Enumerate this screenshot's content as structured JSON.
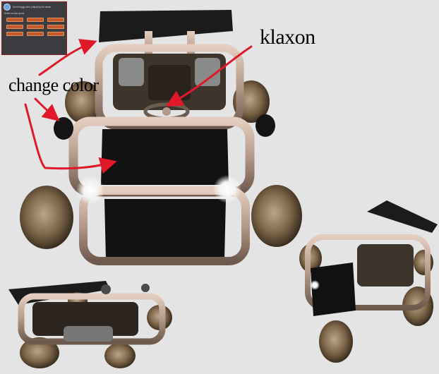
{
  "annotations": {
    "change_color": "change color",
    "klaxon": "klaxon"
  },
  "dialog": {
    "title": "Dune buggy color (object) by its owner",
    "prompt": "Select a color group",
    "buttons": [
      "",
      "",
      "",
      "",
      "",
      "",
      "",
      "",
      ""
    ]
  },
  "colors": {
    "background": "#e4e4e5",
    "arrow": "#e0182a",
    "tube": "#b39a8a",
    "seat": "#111111",
    "dialog_bg": "#3a3c40",
    "dialog_button": "#c25a2a"
  }
}
